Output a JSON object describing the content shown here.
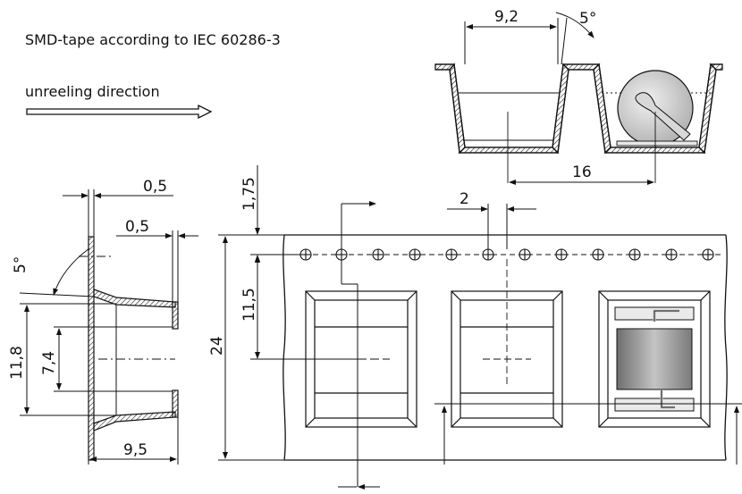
{
  "header": {
    "title": "SMD-tape according to IEC 60286-3",
    "direction_label": "unreeling direction"
  },
  "top_view": {
    "dim_pocket_width": "9,2",
    "dim_angle": "5°",
    "dim_pitch": "16"
  },
  "side_view": {
    "dim_top_thickness": "0,5",
    "dim_flange_thickness": "0,5",
    "dim_angle": "5°",
    "dim_outer_height": "11,8",
    "dim_inner_height": "7,4",
    "dim_depth": "9,5"
  },
  "tape_view": {
    "dim_hole_offset": "1,75",
    "dim_hole_pitch": "2",
    "dim_center_offset": "11,5",
    "dim_tape_width": "24"
  },
  "colors": {
    "line": "#111111",
    "hatch": "#222222",
    "component_shade": "#9a9a9a"
  }
}
